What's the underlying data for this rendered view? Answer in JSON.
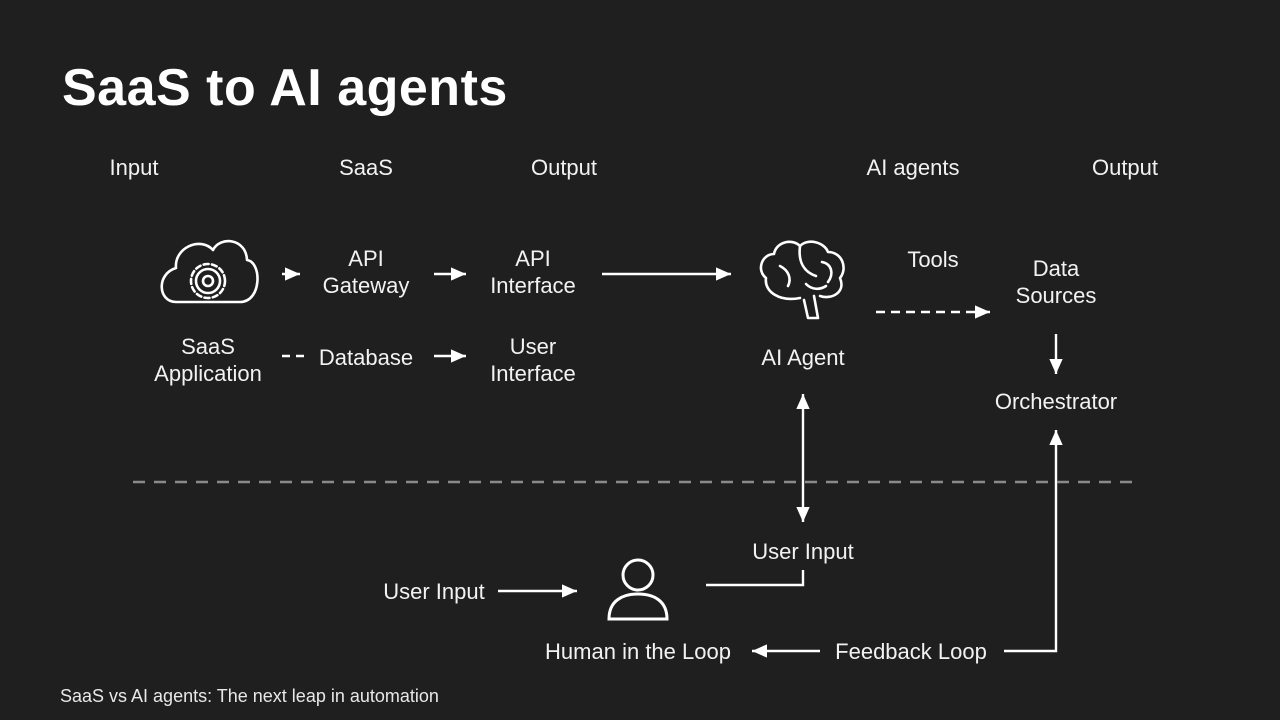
{
  "title": "SaaS to AI agents",
  "columns": {
    "input": "Input",
    "saas": "SaaS",
    "output_left": "Output",
    "ai_agents": "AI agents",
    "output_right": "Output"
  },
  "saas_side": {
    "saas_application": {
      "line1": "SaaS",
      "line2": "Application"
    },
    "api_gateway": {
      "line1": "API",
      "line2": "Gateway"
    },
    "api_interface": {
      "line1": "API",
      "line2": "Interface"
    },
    "database": "Database",
    "user_interface": {
      "line1": "User",
      "line2": "Interface"
    }
  },
  "agent_side": {
    "ai_agent": "AI Agent",
    "tools": "Tools",
    "data_sources": {
      "line1": "Data",
      "line2": "Sources"
    },
    "orchestrator": "Orchestrator"
  },
  "human_side": {
    "user_input_left": "User Input",
    "user_input_right": "User Input",
    "human_in_the_loop": "Human in the Loop",
    "feedback_loop": "Feedback Loop"
  },
  "icons": {
    "saas": "cloud-gear-icon",
    "agent": "brain-icon",
    "human": "person-icon"
  },
  "caption": "SaaS vs AI agents: The next leap in automation",
  "colors": {
    "background": "#1f1f1f",
    "foreground": "#ffffff",
    "divider": "#8a8a8a"
  }
}
